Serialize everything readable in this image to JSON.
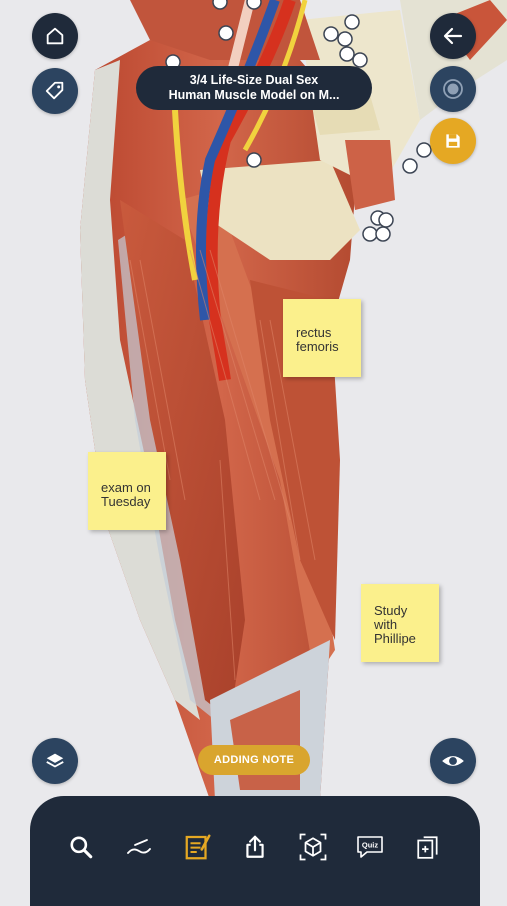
{
  "header": {
    "title_line1": "3/4 Life-Size Dual Sex",
    "title_line2": "Human Muscle Model on M..."
  },
  "buttons": {
    "home": "home-icon",
    "tag": "tag-icon",
    "back": "arrow-left-icon",
    "record": "record-icon",
    "save": "floppy-disk-icon",
    "layers": "layers-icon",
    "visibility": "eye-icon"
  },
  "notes": [
    {
      "text": "rectus femoris"
    },
    {
      "text": "exam on Tuesday"
    },
    {
      "text": "Study with Phillipe"
    }
  ],
  "status": {
    "adding_note": "ADDING NOTE"
  },
  "toolbar": {
    "items": [
      {
        "name": "search",
        "icon": "search-icon"
      },
      {
        "name": "draw",
        "icon": "squiggle-pen-icon"
      },
      {
        "name": "notes",
        "icon": "note-pencil-icon",
        "active": true
      },
      {
        "name": "share",
        "icon": "share-icon"
      },
      {
        "name": "3d-view",
        "icon": "cube-icon"
      },
      {
        "name": "quiz",
        "icon": "quiz-icon",
        "label": "Quiz"
      },
      {
        "name": "add-page",
        "icon": "add-page-icon"
      }
    ]
  },
  "colors": {
    "dark": "#1f2a3a",
    "navy": "#2c4460",
    "gold": "#e5a823",
    "note": "#fbf08c",
    "muscle": "#c9553a"
  }
}
